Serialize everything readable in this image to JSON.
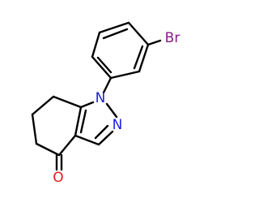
{
  "molecule": {
    "atoms": {
      "br": {
        "label": "Br",
        "color": "#8b1a8b"
      },
      "n1": {
        "label": "N",
        "color": "#1e1ee6"
      },
      "n2": {
        "label": "N",
        "color": "#1e1ee6"
      },
      "o": {
        "label": "O",
        "color": "#e31a1a"
      }
    },
    "bond_color": "#000000"
  }
}
